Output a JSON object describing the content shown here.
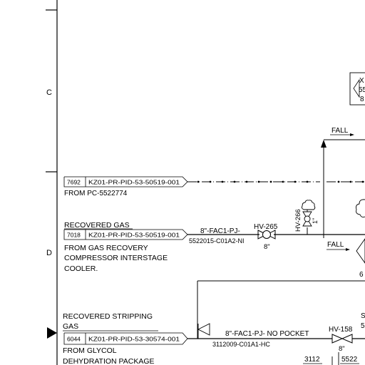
{
  "border": {
    "zone_c": "C",
    "zone_d": "D"
  },
  "off_sheet": [
    {
      "num": "7692",
      "ref": "KZ01-PR-PID-53-50519-001"
    },
    {
      "num": "7018",
      "ref": "KZ01-PR-PID-53-50519-001"
    },
    {
      "num": "6044",
      "ref": "KZ01-PR-PID-53-30574-001"
    }
  ],
  "texts": {
    "from_pc": "FROM PC-5522774",
    "recovered_gas": "RECOVERED GAS",
    "from_gas_1": "FROM GAS RECOVERY",
    "from_gas_2": "COMPRESSOR INTERSTAGE",
    "from_gas_3": "COOLER.",
    "rec_strip_1": "RECOVERED STRIPPING",
    "rec_strip_2": "GAS",
    "from_glycol_1": "FROM GLYCOL",
    "from_glycol_2": "DEHYDRATION PACKAGE"
  },
  "line_labels": {
    "line1_a": "8\"-FAC1-PJ-",
    "line1_b": "5522015-C01A2-NI",
    "line2_a": "8\"-FAC1-PJ- NO POCKET",
    "line2_b": "3112009-C01A1-HC"
  },
  "valves": {
    "hv265": "HV-265",
    "hv265_size": "8\"",
    "hv266": "HV-266",
    "hv266_size": "1\"",
    "hv158": "HV-158",
    "hv158_size": "8\""
  },
  "flow": {
    "fall_top": "FALL",
    "fall_mid": "FALL"
  },
  "partial": {
    "box_x": "X",
    "box_55": "55",
    "box_8": "8",
    "num_6": "6",
    "s_char": "S",
    "s2_char": "5",
    "bottom_3112": "3112",
    "bottom_5522": "5522"
  }
}
